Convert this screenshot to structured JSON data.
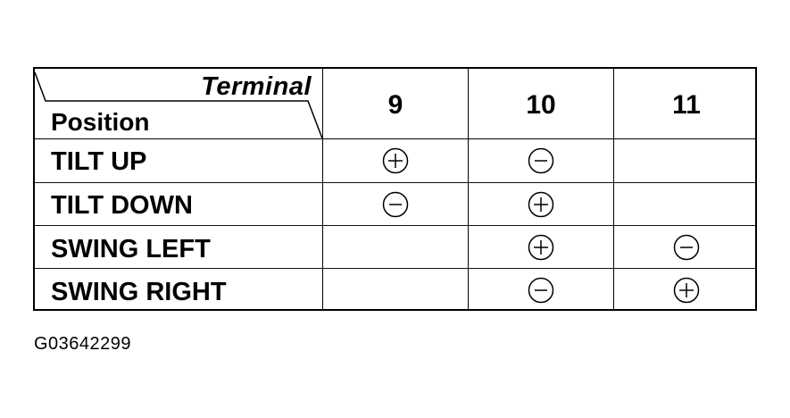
{
  "header": {
    "terminal_label": "Terminal",
    "position_label": "Position",
    "terminals": [
      "9",
      "10",
      "11"
    ]
  },
  "rows": [
    {
      "label": "TILT UP",
      "cells": [
        "plus-icon",
        "minus-icon",
        ""
      ]
    },
    {
      "label": "TILT DOWN",
      "cells": [
        "minus-icon",
        "plus-icon",
        ""
      ]
    },
    {
      "label": "SWING LEFT",
      "cells": [
        "",
        "plus-icon",
        "minus-icon"
      ]
    },
    {
      "label": "SWING RIGHT",
      "cells": [
        "",
        "minus-icon",
        "plus-icon"
      ]
    }
  ],
  "symbols": {
    "plus-icon": "+",
    "minus-icon": "−"
  },
  "caption": "G03642299"
}
